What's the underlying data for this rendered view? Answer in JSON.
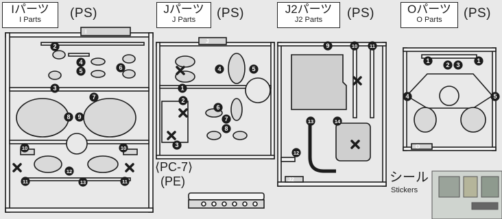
{
  "headers": {
    "i": {
      "title": "Iパーツ",
      "subtitle": "I Parts",
      "material": "(PS)"
    },
    "j": {
      "title": "Jパーツ",
      "subtitle": "J Parts",
      "material": "(PS)"
    },
    "j2": {
      "title": "J2パーツ",
      "subtitle": "J2 Parts",
      "material": "(PS)"
    },
    "o": {
      "title": "Oパーツ",
      "subtitle": "O Parts",
      "material": "(PS)"
    }
  },
  "frame_tags": {
    "i": "I",
    "j": "J",
    "j2": "J2",
    "o": "O"
  },
  "pc7": {
    "code": "⟨PC-7⟩",
    "material": "(PE)"
  },
  "stickers": {
    "jp": "シール",
    "en": "Stickers"
  },
  "numbers": {
    "n1": "1",
    "n2": "2",
    "n3": "3",
    "n4": "4",
    "n5": "5",
    "n6": "6",
    "n7": "7",
    "n8": "8",
    "n9": "9",
    "n10": "10",
    "n11": "11",
    "n12": "12",
    "n13": "13",
    "n14": "14"
  },
  "colors": {
    "ink": "#1c1c1c",
    "paper": "#e9e9e9",
    "frame": "#f4f4f4",
    "part": "#d9d9d9"
  }
}
